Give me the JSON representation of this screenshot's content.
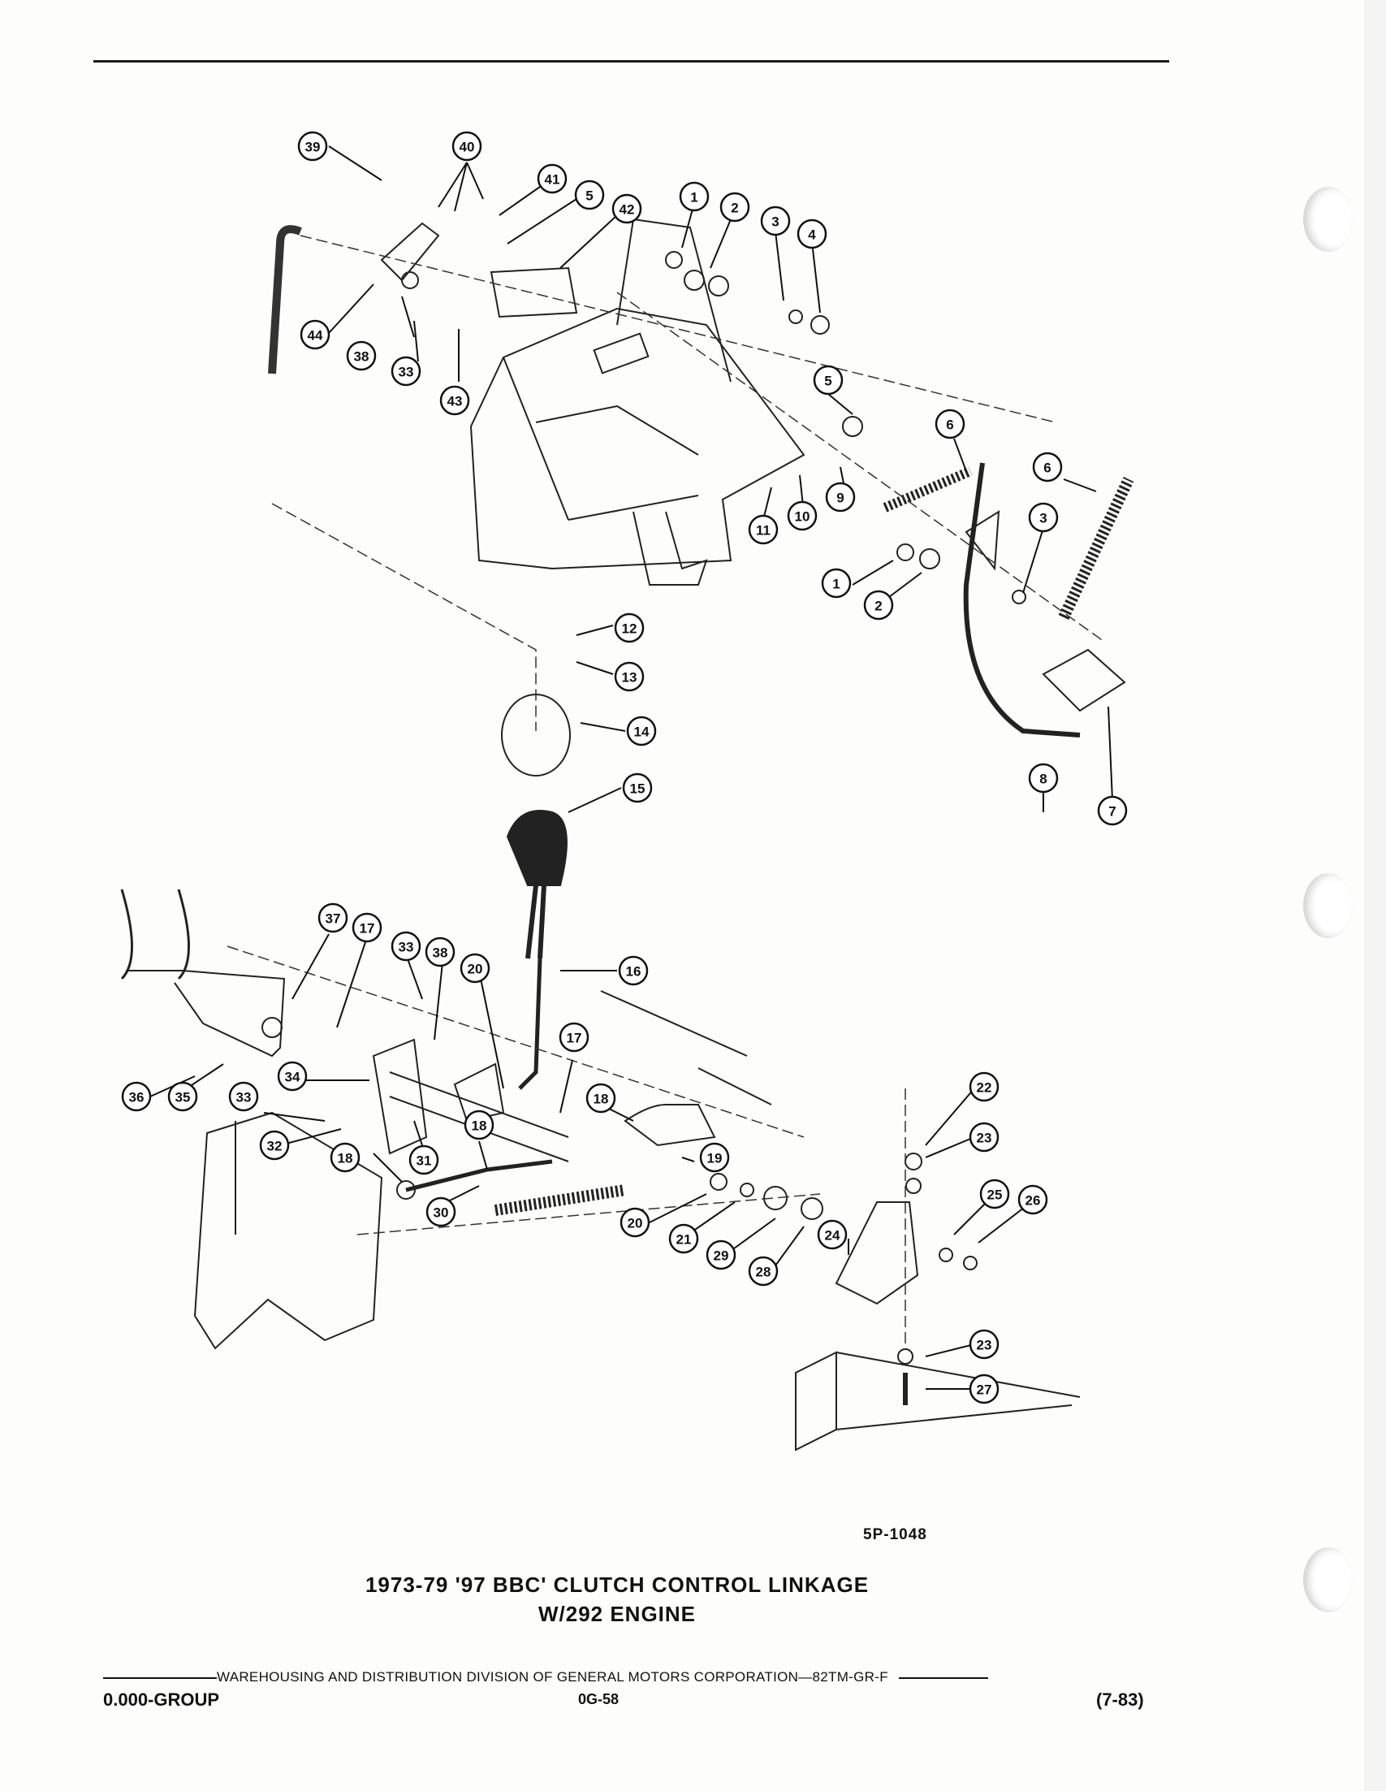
{
  "figure_code": "5P-1048",
  "caption": {
    "line1": "1973-79 '97 BBC' CLUTCH CONTROL LINKAGE",
    "line2": "W/292 ENGINE"
  },
  "footer": {
    "division_text": "WAREHOUSING AND DISTRIBUTION  DIVISION OF GENERAL MOTORS CORPORATION—82TM-GR-F",
    "group": "0.000-GROUP",
    "page_number": "0G-58",
    "revision": "(7-83)"
  },
  "callouts": [
    "39",
    "40",
    "41",
    "5",
    "42",
    "1",
    "2",
    "3",
    "4",
    "44",
    "38",
    "33",
    "43",
    "5",
    "6",
    "6",
    "3",
    "9",
    "10",
    "11",
    "1",
    "2",
    "12",
    "13",
    "14",
    "15",
    "8",
    "7",
    "16",
    "37",
    "17",
    "33",
    "38",
    "20",
    "17",
    "18",
    "36",
    "35",
    "34",
    "33",
    "32",
    "31",
    "18",
    "18",
    "30",
    "19",
    "20",
    "21",
    "29",
    "28",
    "24",
    "22",
    "23",
    "25",
    "26",
    "23",
    "27"
  ]
}
